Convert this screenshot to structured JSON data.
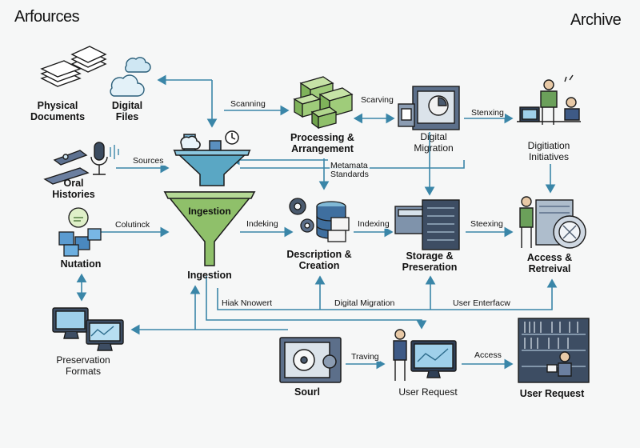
{
  "titles": {
    "left": "Arfources",
    "right": "Archive"
  },
  "nodes": {
    "physical_documents": "Physical\nDocuments",
    "digital_files": "Digital\nFiles",
    "oral_histories": "Oral\nHistories",
    "nutation": "Nutation",
    "preservation_formats": "Preservation\nFormats",
    "processing": "Processing &\nArrangement",
    "digital_migration": "Digital\nMigration",
    "digitization": "Digitiation\nInitiatives",
    "ingestion_funnel": "Ingestion",
    "ingestion_label": "Ingestion",
    "description": "Description &\nCreation",
    "storage": "Storage &\nPreseration",
    "access": "Access &\nRetreival",
    "sourl": "Sourl",
    "user_request_mid": "User Request",
    "user_request_right": "User Request"
  },
  "edges": {
    "scanning": "Scanning",
    "scarving": "Scarving",
    "stenxing": "Stenxing",
    "sources": "Sources",
    "metamata": "Metamata\nStandards",
    "colutinck": "Colutinck",
    "indeking": "Indeking",
    "indexing": "Indexing",
    "steexing": "Steexing",
    "hiak": "Hiak Nnowert",
    "digital_migration": "Digital Migration",
    "user_enterface": "User Enterfacw",
    "traving": "Traving",
    "access": "Access"
  },
  "colors": {
    "arrow": "#3a86a8",
    "funnel": "#5aa7c4",
    "ingest": "#8fc06a",
    "ink": "#1b1b1b",
    "slate": "#4a5a6e"
  }
}
